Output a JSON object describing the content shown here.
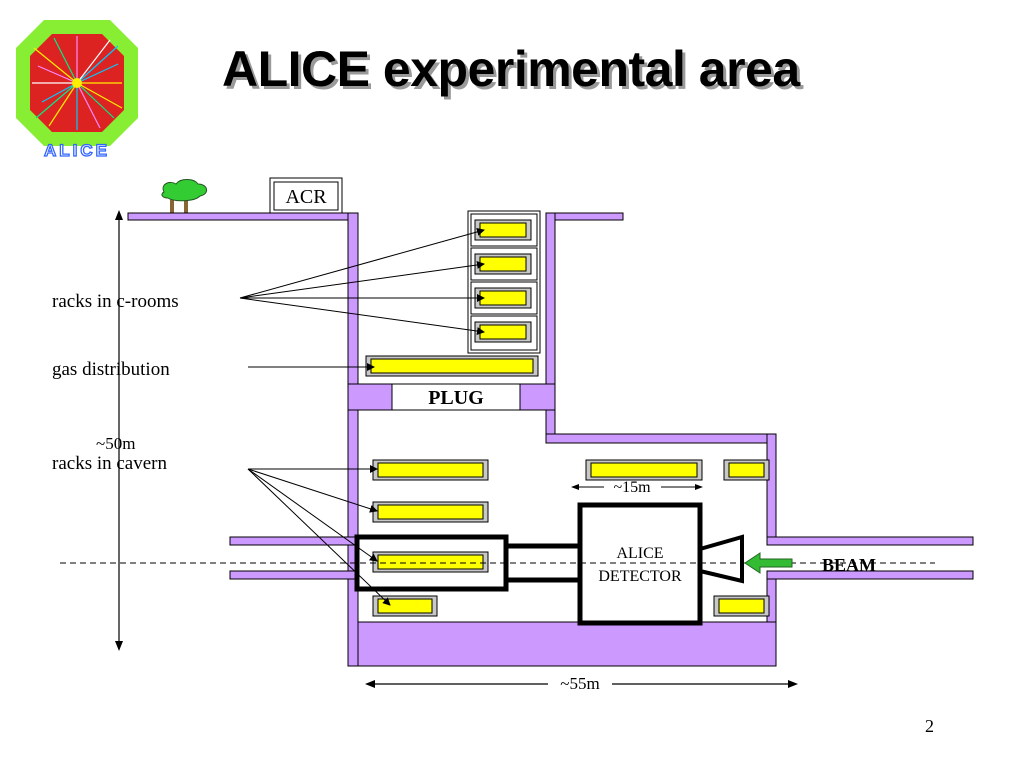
{
  "slide": {
    "title": "ALICE experimental area",
    "page_number": "2"
  },
  "logo": {
    "text": "ALICE"
  },
  "diagram": {
    "acr_label": "ACR",
    "plug_label": "PLUG",
    "detector_label_line1": "ALICE",
    "detector_label_line2": "DETECTOR",
    "beam_label": "BEAM",
    "depth_label": "~50m",
    "length_label": "~55m",
    "detector_size_label": "~15m",
    "annotations": {
      "racks_c_rooms": "racks in c-rooms",
      "gas_distribution": "gas distribution",
      "racks_cavern": "racks in cavern"
    }
  },
  "colors": {
    "wall": "#cc99ff",
    "rack": "#ffff00",
    "beam_arrow": "#33bb33",
    "tree": "#33cc33",
    "logo_ring": "#88ee33",
    "logo_core": "#dd2222"
  }
}
